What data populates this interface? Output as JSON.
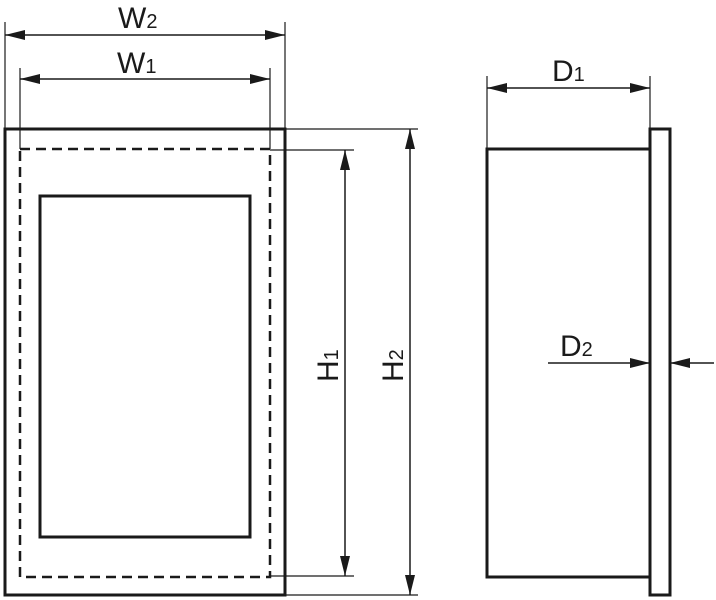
{
  "dimensions": {
    "w2": {
      "letter": "W",
      "index": "2"
    },
    "w1": {
      "letter": "W",
      "index": "1"
    },
    "h1": {
      "letter": "H",
      "index": "1"
    },
    "h2": {
      "letter": "H",
      "index": "2"
    },
    "d1": {
      "letter": "D",
      "index": "1"
    },
    "d2": {
      "letter": "D",
      "index": "2"
    }
  },
  "colors": {
    "line": "#1a1a1a",
    "background": "#ffffff"
  }
}
